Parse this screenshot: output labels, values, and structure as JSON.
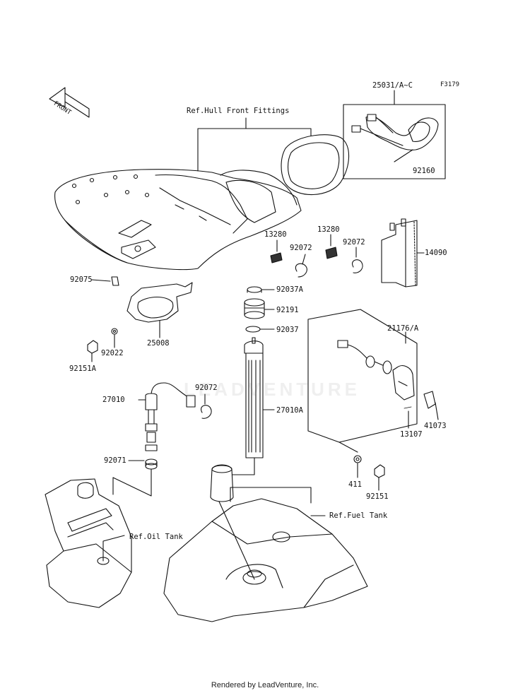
{
  "diagram": {
    "code": "F3179",
    "front_label": "FRONT",
    "watermark": "LEADVENTURE",
    "footer": "Rendered by LeadVenture, Inc.",
    "refs": {
      "hull": "Ref.Hull Front Fittings",
      "oil": "Ref.Oil Tank",
      "fuel": "Ref.Fuel Tank"
    },
    "parts": {
      "p25031": "25031/A~C",
      "p92160": "92160",
      "p14090": "14090",
      "p13280a": "13280",
      "p13280b": "13280",
      "p92072a": "92072",
      "p92072b": "92072",
      "p92072c": "92072",
      "p92075": "92075",
      "p25008": "25008",
      "p92022": "92022",
      "p92151A": "92151A",
      "p92037A": "92037A",
      "p92191": "92191",
      "p92037": "92037",
      "p21176": "21176/A",
      "p27010": "27010",
      "p27010A": "27010A",
      "p41073": "41073",
      "p13107": "13107",
      "p92071": "92071",
      "p411": "411",
      "p92151": "92151"
    }
  }
}
